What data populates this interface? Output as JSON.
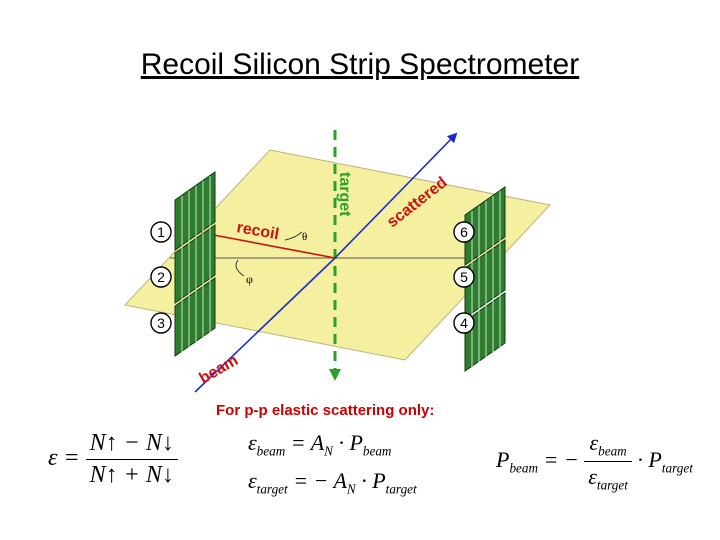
{
  "title": "Recoil Silicon Strip Spectrometer",
  "diagram": {
    "labels": {
      "target": "target",
      "scattered": "scattered",
      "recoil": "recoil",
      "beam": "beam",
      "theta": "θ",
      "phi": "φ"
    },
    "detector_numbers": [
      "1",
      "2",
      "3",
      "4",
      "5",
      "6"
    ],
    "colors": {
      "plane": "#f5f0a0",
      "detector": "#2e7d2e",
      "scattered_arrow": "#1a2bcc",
      "beam_arrow": "#1a2bcc",
      "target_line": "#2aa02a",
      "recoil_arrow": "#cc1111"
    }
  },
  "note": "For p-p elastic scattering only:",
  "formulas": {
    "asymmetry": {
      "lhs": "ε =",
      "numerator": "N↑ − N↓",
      "denominator": "N↑ + N↓"
    },
    "beam": {
      "lhs": "ε",
      "lhs_sub": "beam",
      "rhs": "= A",
      "rhs_sub": "N",
      "tail": "· P",
      "tail_sub": "beam"
    },
    "target": {
      "lhs": "ε",
      "lhs_sub": "target",
      "rhs": "= − A",
      "rhs_sub": "N",
      "tail": "· P",
      "tail_sub": "target"
    },
    "pbeam": {
      "lhs": "P",
      "lhs_sub": "beam",
      "eq": "= −",
      "num": "ε",
      "num_sub": "beam",
      "den": "ε",
      "den_sub": "target",
      "tail": "· P",
      "tail_sub": "target"
    }
  }
}
